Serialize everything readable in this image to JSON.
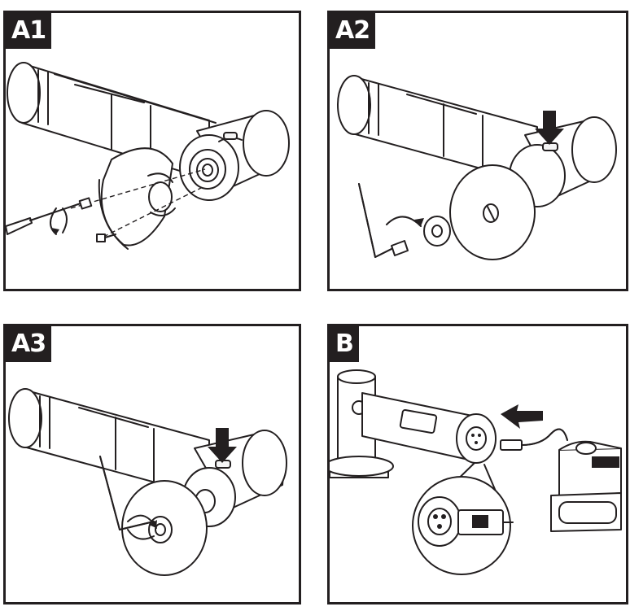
{
  "panels": [
    {
      "label": "A1"
    },
    {
      "label": "A2"
    },
    {
      "label": "A3"
    },
    {
      "label": "B"
    }
  ],
  "brand_text": "",
  "colors": {
    "ink": "#231f20",
    "paper": "#ffffff"
  }
}
